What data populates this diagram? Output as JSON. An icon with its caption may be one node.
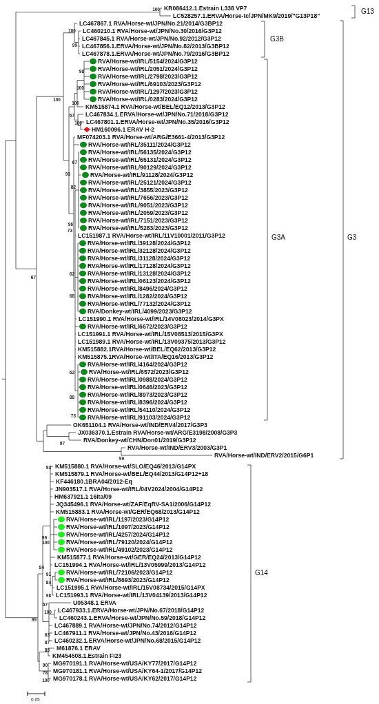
{
  "diagram": {
    "labels": [
      "KR086412.1.Estrain L338 VP7",
      "LC528257.1.ERVA/Horse-tc/JPN/MK9/2019/\"G13P18\"",
      "LC467867.1 RVA/Horse-wt/JPN/No.21/2014/G3BP12",
      "LC460210.1 RVA/Horse-wt/JPN/No.30/2016/G3P12",
      "LC467845.1 RVA/Horse-wt/JPN/No.92/2012/G3P12",
      "LC467856.1.ERVA/Horse-wt/JPN/No.82/2013/G3BP12",
      "LC467878.1.ERVA/Horse-wt/JPN/No.79/2016/G3BP12",
      "RVA/Horse-wt/IRL/5154/2024/G3P12",
      "RVA/Horse-wt/IRL/2051/2024/G3P12",
      "RVA/Horse-wt/IRL/2798/2023/G3P12",
      "RVA/Horse-wt/IRL/69103/2023/G3P12",
      "RVA/Horse-wt/IRL/1297/2023/G3P12",
      "RVA/Horse-wt/IRL/0283/2024/G3P12",
      "KM515874.1 RVA/Horse-wt/BEL/EQ12/2013/G3P12",
      "LC467834.1.ERVA/Horse-wt/JPN/No.71/2018/G3P12",
      "LC467801.1.ERVA/Horse-wt/JPN/No.35/2016/G3P12",
      "HM160096.1 ERAV H-2",
      "MF074203.1 RVA/Horse-wt/ARG/E3661-4/2013/G3P12",
      "RVA/Horse-wt/IRL/35111/2024/G3P12",
      "RVA/Horse-wt/IRL/56135/2024/G3P12",
      "RVA/Horse-wt/IRL/65131/2024/G3P12",
      "RVA/Horse-wt/IRL/90129/2024/G3P12",
      "RVA/Horse-wt/IRL/91128/2024/G3P12",
      "RVA/Horse-wt/IRL/25121/2024/G3P12",
      "RVA/Horse-wt/IRL/3855/2023/G3P12",
      "RVA/Horse-wt/IRL/7656/2023/G3P12",
      "RVA/Horse-wt/IRL/9051/2023/G3P12",
      "RVA/Horse-wt/IRL/2059/2023/G3P12",
      "RVA/Horse-wt/IRL/7151/2023/G3P12",
      "RVA/Horse-wt/IRL/5283/2023/G3P12",
      "LC151987.1 RVA/Horse-wt/IRL/11V10001/2011/G3P12",
      "RVA/Horse-wt/IRL/39128/2024/G3P12",
      "RVA/Horse-wt/IRL/32128/2024/G3P12",
      "RVA/Horse-wt/IRL/31128/2024/G3P12",
      "RVA/Horse-wt/IRL/17128/2024/G3P12",
      "RVA/Horse-wt/IRL/13128/2024/G3P12",
      "RVA/Horse-wt/IRL/06123/2024/G3P12",
      "RVA/Horse-wt/IRL/8496/2024/G3P12",
      "RVA/Horse-wt/IRL/1282/2024/G3P12",
      "RVA/Horse-wt/IRL/77132/2024/G3P12",
      "RVA/Donkey-wt/IRL/4099/2023/G3P12",
      "LC151990.1 RVA/Horse-wt/IRL/14V08023/2014/G3PX",
      "RVA/Horse-wt/IRL/6672/2023/G3P12",
      "LC151991.1 RVA/Horse-wt/IRL/15V08513/2015/G3PX",
      "LC151989.1 RVA/Horse-wt/IRL/13V09375/2013/G3P12",
      "KM515882.1RVA/Horse-wt/BEL/EQ62/2013/G3P12",
      "KM515875.1RVA/Horse-wt/ITA/EQ16/2013/G3P12",
      "RVA/Horse-wt/IRL/4164/2024/G3P12",
      "RVA/Horse-wt/IRL/6572/2023/G3P12",
      "RVA/Horse-wt/IRL/0988/2024/G3P12",
      "RVA/Horse-wt/IRL/0646/2023/G3P12",
      "RVA/Horse-wt/IRL/8973/2023/G3P12",
      "RVA/Horse-wt/IRL/8396/2024/G3P12",
      "RVA/Horse-wt/IRL/54110/2024/G3P12",
      "RVA/Horse-wt/IRL/91103/2024/G3P12",
      "OK651104.1 RVA/Horse-wt/IND/ERV4/2017/G3P3",
      "JX036370.1.Estrain RVA/Horse-wt/ARG/E3198/2008/G3P3",
      "RVA/Donkey-wt/CHN/Don01/2019/G3P12",
      "RVA/Horse-wt/IND/ERV3/2003/G3P1",
      "RVA/Horse-wt/IND/ERV2/2015/G6P1",
      "KM515880.1 RVA/Horse-wt/SLO/EQ46/2013/G14PX",
      "KM515879.1 RVA/Horse-wt/BEL/EQ44/2013/G14P12+18",
      "KF446180.1BRA04/2012-Eq",
      "JN903517.1 RVA/Horse-wt/IRL/04V2024/2004/G14P12",
      "HM637921.1 16Ita/09",
      "JQ345496.1 RVA/Horse-wt/ZAF/EqRV-SA1/2006/G14P12",
      "KM515883.1 RVA/Horse-wt/GER/EQ68/2013/G14P12",
      "RVA/Horse-wt/IRL/1197/2023/G14P12",
      "RVA/Horse-wt/IRL/1097/2023/G14P12",
      "RVA/Horse-wt/IRL/4257/2024/G14P12",
      "RVA/Horse-wt/IRL/79120/2024/G14P12",
      "RVA/Horse-wt/IRL/49102/2023/G14P12",
      "KM515877.1 RVA/Horse-wt/GER/EQ24/2013/G14P12",
      "LC151994.1 RVA/Horse-wt/IRL/13V05999/2013/G14P12",
      "RVA/Horse-wt/IRL/72106/2023/G14P12",
      "RVA/Horse-wt/IRL/8693/2023/G14P12",
      "LC151995.1 RVA/Horse-wt/IRL/15V08734/2015/G14PX",
      "LC151993.1 RVA/Horse-wt/IRL/13V04139/2013/G14P12",
      "U05348.1 ERVA",
      "LC467933.1.ERVA/Horse-wt/JPN/No.67/2018/G14P12",
      "LC460243.1.ERVA/Horse-wt/JPN/No.59/2018/G14P12",
      "LC467889.1 RVA/Horse-wt/JPN/No.74/2012/G14P12",
      "LC467911.1 RVA/Horse-wt/JPN/No.43/2016/G14P12",
      "LC460232.1.ERVA/Horse-wt/JPN/No.68/2015/G14P12",
      "M61876.1 ERAV",
      "KM454508.1.Estrain FI23",
      "MG970191.1 RVA/Horse-wt/USA/KY77/2017/G14P12",
      "MG970181.1 RVA/Horse-wt/USA/KY64-1/2017/G14P12",
      "MG970178.1 RVA/Horse-wt/USA/KY62/2017/G14P12",
      "100",
      "100",
      "99",
      "98",
      "100",
      "100",
      "100",
      "67",
      "100",
      "67",
      "93",
      "82",
      "96",
      "73",
      "62",
      "67",
      "68",
      "62",
      "88",
      "73",
      "97",
      "99",
      "93",
      "99",
      "100",
      "84",
      "91",
      "84",
      "98",
      "67",
      "100",
      "99",
      "63",
      "87",
      "83",
      "90",
      "78",
      "100",
      "G13",
      "G3B",
      "G3A",
      "G3",
      "G14",
      "0.05"
    ]
  }
}
